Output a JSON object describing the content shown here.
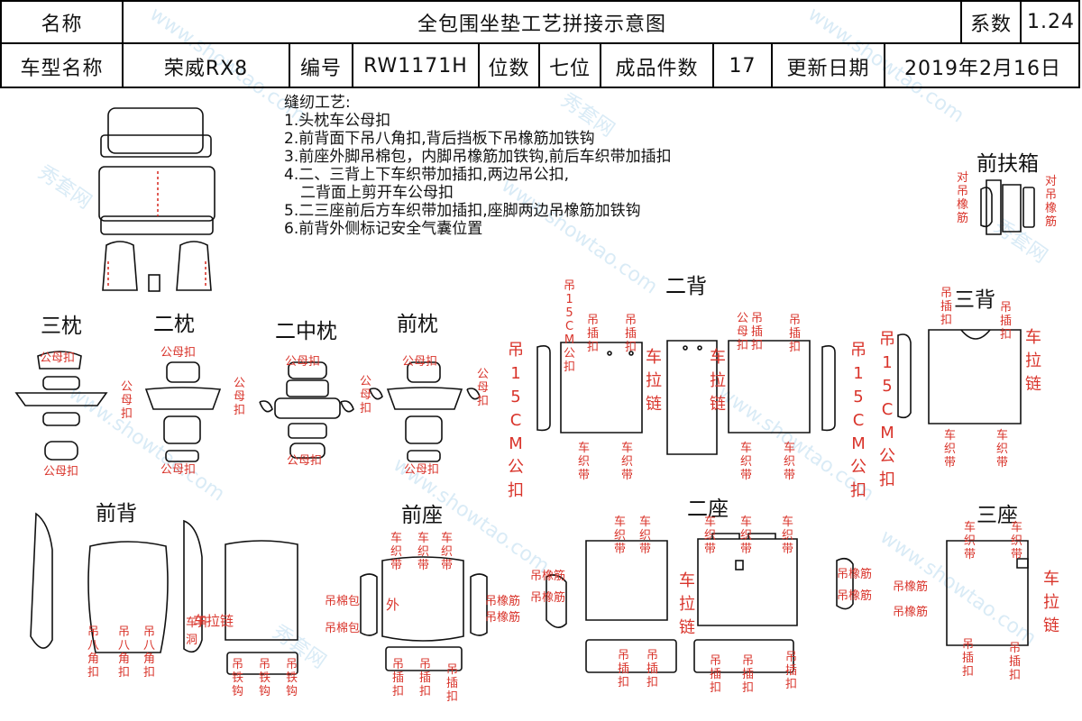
{
  "header": {
    "name_label": "名称",
    "title": "全包围坐垫工艺拼接示意图",
    "coef_label": "系数",
    "coef_value": "1.24",
    "model_label": "车型名称",
    "model_value": "荣威RX8",
    "code_label": "编号",
    "code_value": "RW1171H",
    "seats_label": "位数",
    "seats_value": "七位",
    "pieces_label": "成品件数",
    "pieces_value": "17",
    "date_label": "更新日期",
    "date_value": "2019年2月16日"
  },
  "notes": {
    "heading": "缝纫工艺:",
    "lines": [
      "1.头枕车公母扣",
      "2.前背面下吊八角扣,背后挡板下吊橡筋加铁钩",
      "3.前座外脚吊棉包，内脚吊橡筋加铁钩,前后车织带加插扣",
      "4.二、三背上下车织带加插扣,两边吊公扣,",
      "  二背面上剪开车公母扣",
      "5.二三座前后方车织带加插扣,座脚两边吊橡筋加铁钩",
      "6.前背外侧标记安全气囊位置"
    ]
  },
  "sections": {
    "sanzhen": "三枕",
    "erzhen": "二枕",
    "erzhongzhen": "二中枕",
    "qianzhen": "前枕",
    "erbei": "二背",
    "sanbei": "三背",
    "qianfuxiang": "前扶箱",
    "qianbei": "前背",
    "qianzuo": "前座",
    "erzuo": "二座",
    "sanzuo": "三座"
  },
  "labels": {
    "gongmukou": "公母扣",
    "gongmukou_v": "公母扣",
    "diaochashu": "吊插扣",
    "chezhidai": "车织带",
    "chelalian": "车拉链",
    "diao15cm": "吊15CM公扣",
    "diaoxiangjin": "吊橡筋",
    "duidiaoxiangjin": "对吊橡筋",
    "diaobajiaokou": "吊八角扣",
    "diaotiegou": "吊铁钩",
    "diaomianbao": "吊棉包",
    "wai": "外",
    "chekaidong": "车开洞",
    "chelian": "车拉链"
  },
  "watermark": {
    "cn": "秀套网",
    "en": "www.showtao.com"
  },
  "colors": {
    "annotation": "#d9342b",
    "line": "#111111",
    "watermark": "#7ab8e0"
  }
}
